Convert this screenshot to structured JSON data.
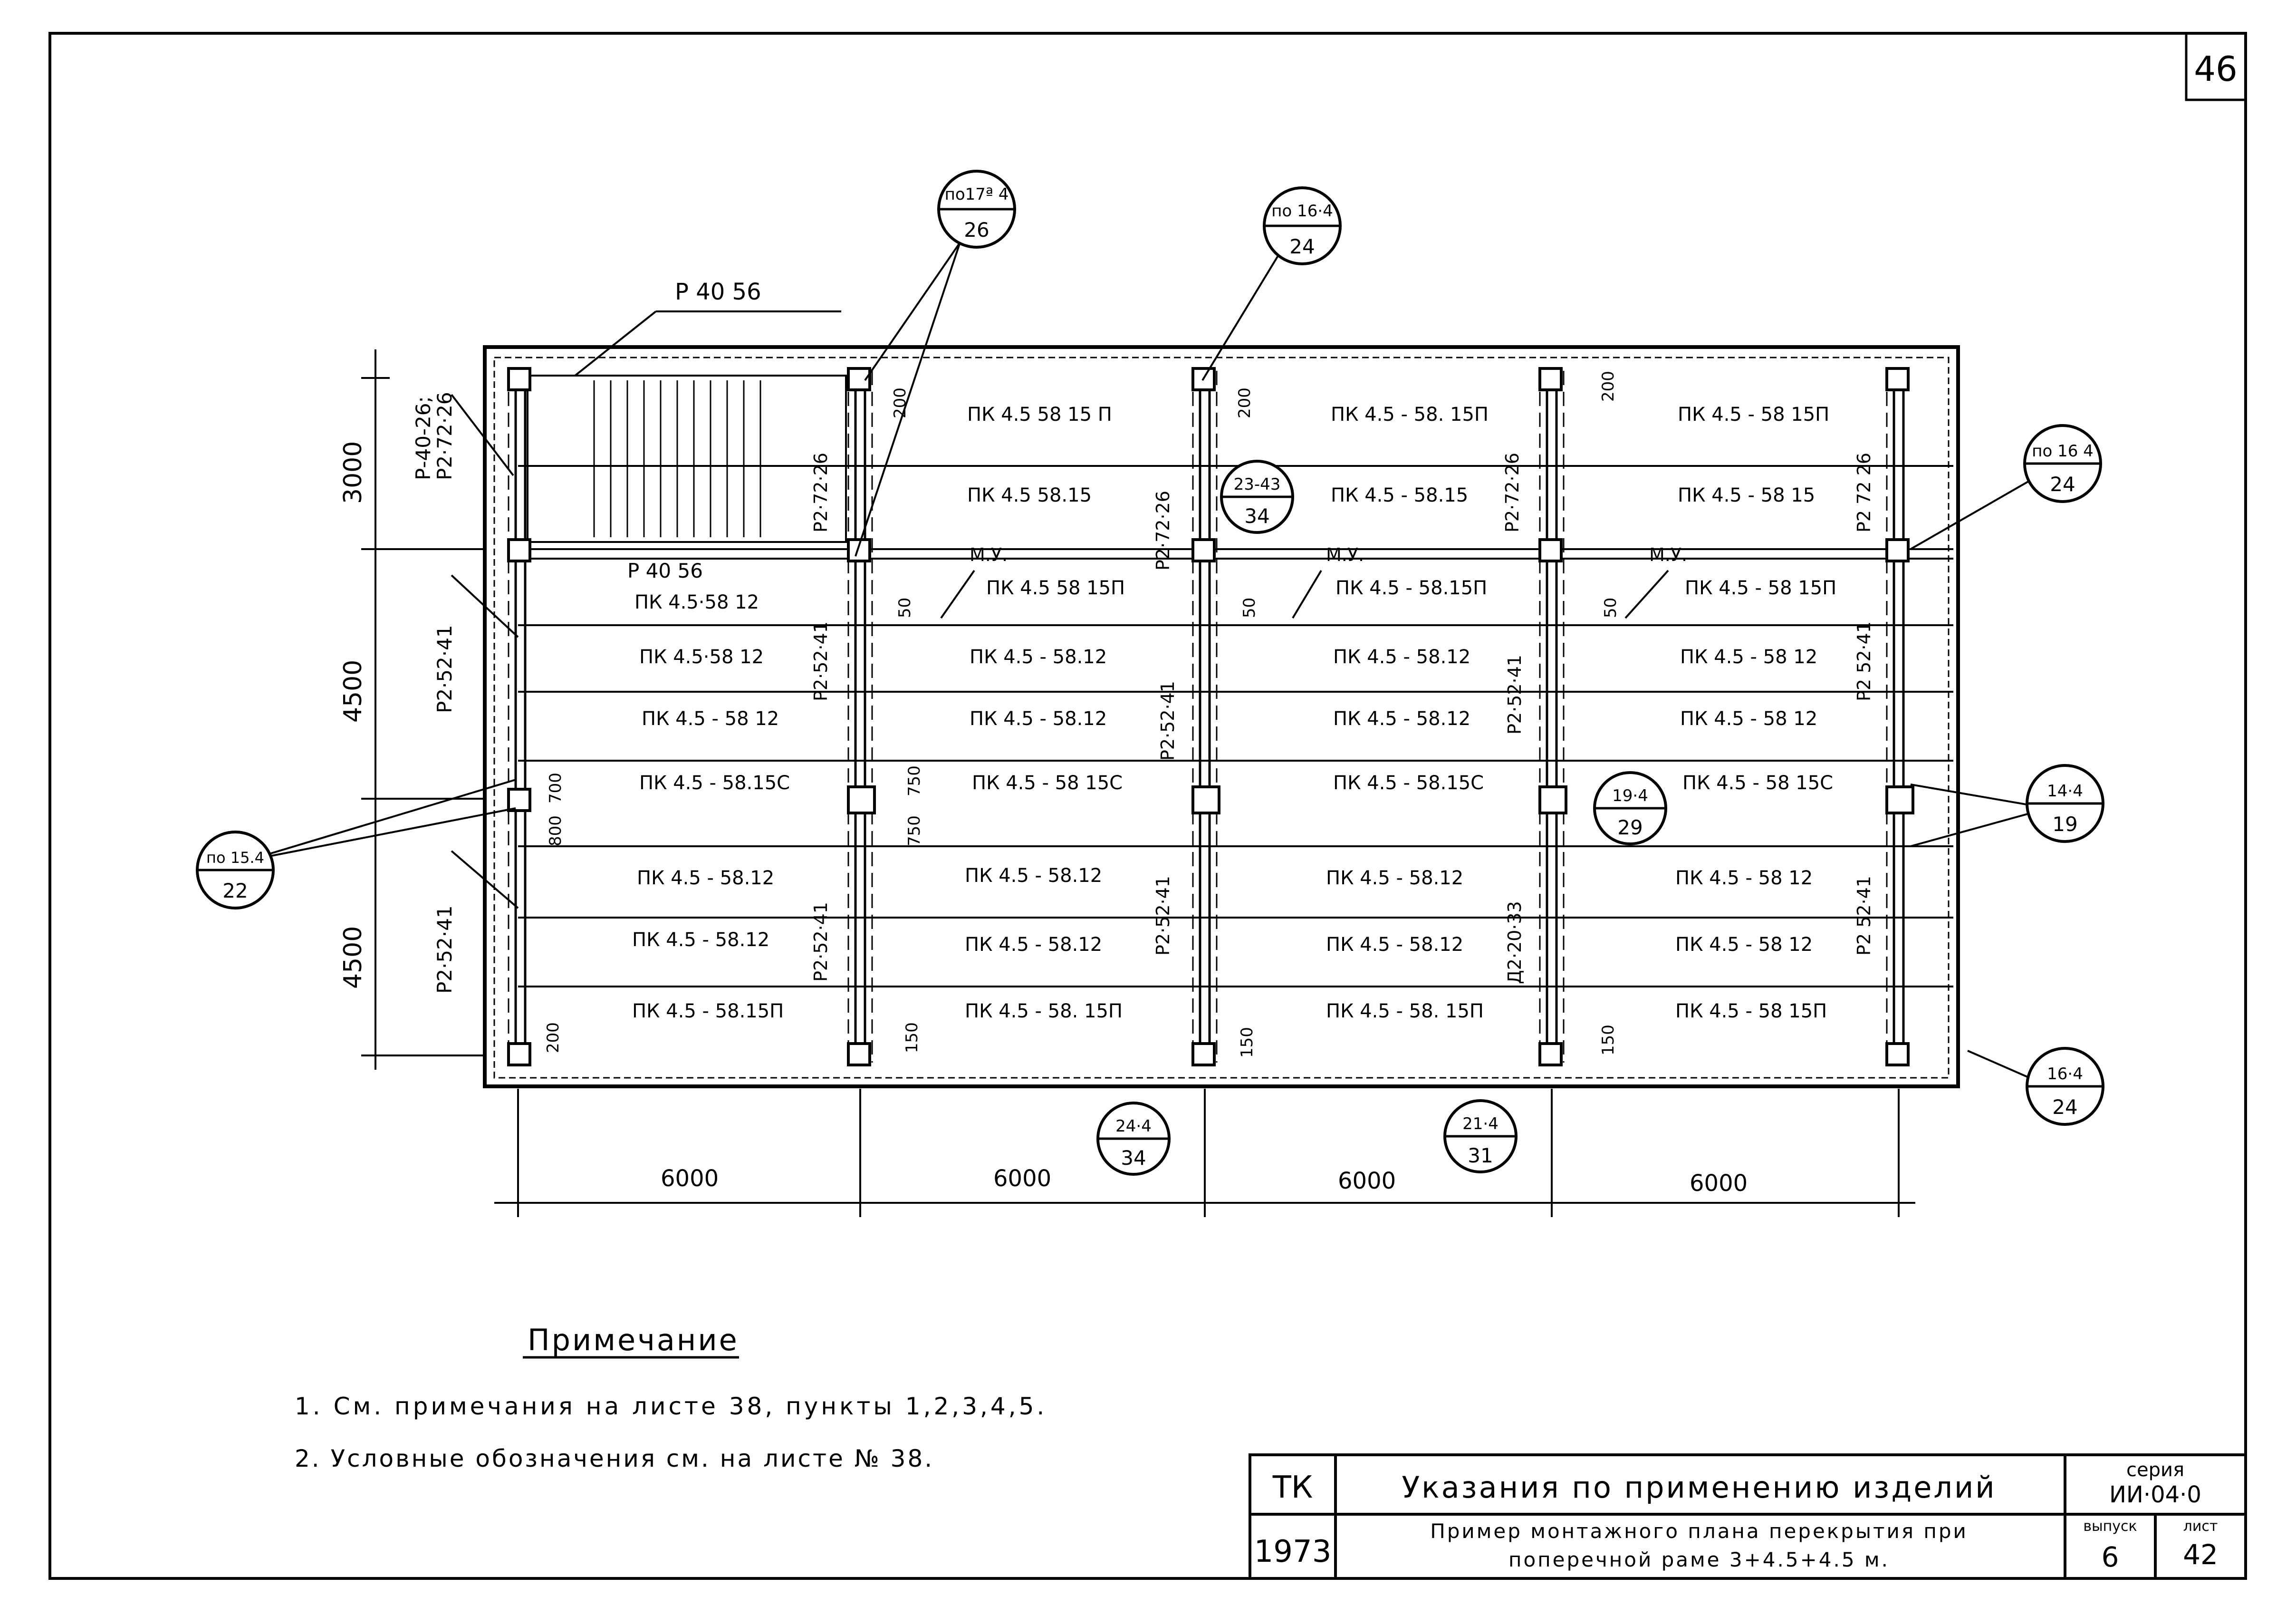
{
  "sheet_corner_number": "46",
  "top_beam_label": "Р 40 56",
  "stair_beam_label": "Р 40 56",
  "left_beam_labels": [
    "Р-40-26;",
    "Р2·72·26",
    "Р2·52·41",
    "Р2·52·41"
  ],
  "dimensions_left": [
    "3000",
    "4500",
    "4500"
  ],
  "dimensions_bottom": [
    "6000",
    "6000",
    "6000",
    "6000"
  ],
  "dim_small": {
    "d200": "200",
    "d50": "50",
    "d150": "150",
    "d750": "750",
    "d700": "700",
    "d800": "800"
  },
  "my_label": "М.У.",
  "column_labels": {
    "c1": "Р2·72·26",
    "c2": "Р2·72·26",
    "c3": "Р2·72·26",
    "c4": "Р2 72 26",
    "c1b": "Р2·52·41",
    "c2b": "Р2·52·41",
    "c3b": "Р2·52·41",
    "c4b": "Р2 52·41",
    "c1c": "Р2·52·41",
    "c2c": "Р2·52·41",
    "c3c": "Д2·20·33",
    "c4c": "Р2 52·41"
  },
  "slabs": {
    "col1": [
      "ПК 4.5·58 12",
      "ПК 4.5·58 12",
      "ПК 4.5 - 58 12",
      "ПК 4.5 - 58.15С",
      "ПК 4.5 - 58.12",
      "ПК 4.5 - 58.12",
      "ПК 4.5 - 58.15П"
    ],
    "col2": [
      "ПК 4.5 58 15 П",
      "ПК 4.5 58.15",
      "ПК 4.5 58 15П",
      "ПК 4.5 - 58.12",
      "ПК 4.5 - 58.12",
      "ПК 4.5 - 58 15С",
      "ПК 4.5 - 58.12",
      "ПК 4.5 - 58.12",
      "ПК 4.5 - 58. 15П"
    ],
    "col3": [
      "ПК 4.5 - 58. 15П",
      "ПК 4.5 - 58.15",
      "ПК 4.5 - 58.15П",
      "ПК 4.5 - 58.12",
      "ПК 4.5 - 58.12",
      "ПК 4.5 - 58.15С",
      "ПК 4.5 - 58.12",
      "ПК 4.5 - 58.12",
      "ПК 4.5 - 58. 15П"
    ],
    "col4": [
      "ПК 4.5 - 58 15П",
      "ПК 4.5 - 58 15",
      "ПК 4.5 - 58 15П",
      "ПК 4.5 - 58 12",
      "ПК 4.5 - 58 12",
      "ПК 4.5 - 58 15С",
      "ПК 4.5 - 58 12",
      "ПК 4.5 - 58 12",
      "ПК 4.5 - 58 15П"
    ]
  },
  "callouts": [
    {
      "top": "по17ª 4",
      "bottom": "26"
    },
    {
      "top": "по 16·4",
      "bottom": "24"
    },
    {
      "top": "по 16 4",
      "bottom": "24"
    },
    {
      "top": "23-43",
      "bottom": "34"
    },
    {
      "top": "19·4",
      "bottom": "29"
    },
    {
      "top": "14·4",
      "bottom": "19"
    },
    {
      "top": "по 15.4",
      "bottom": "22"
    },
    {
      "top": "24·4",
      "bottom": "34"
    },
    {
      "top": "21·4",
      "bottom": "31"
    },
    {
      "top": "16·4",
      "bottom": "24"
    }
  ],
  "notes": {
    "title": "Примечание",
    "items": [
      "1. См. примечания на листе 38, пункты 1,2,3,4,5.",
      "2. Условные обозначения см. на листе № 38."
    ]
  },
  "title_block": {
    "tk": "ТК",
    "year": "1973",
    "title": "Указания по применению изделий",
    "subtitle_line1": "Пример монтажного плана перекрытия при",
    "subtitle_line2": "поперечной раме 3+4.5+4.5 м.",
    "series_label": "серия",
    "series_value": "ИИ·04·0",
    "issue_label": "выпуск",
    "issue_value": "6",
    "sheet_label": "лист",
    "sheet_value": "42"
  }
}
